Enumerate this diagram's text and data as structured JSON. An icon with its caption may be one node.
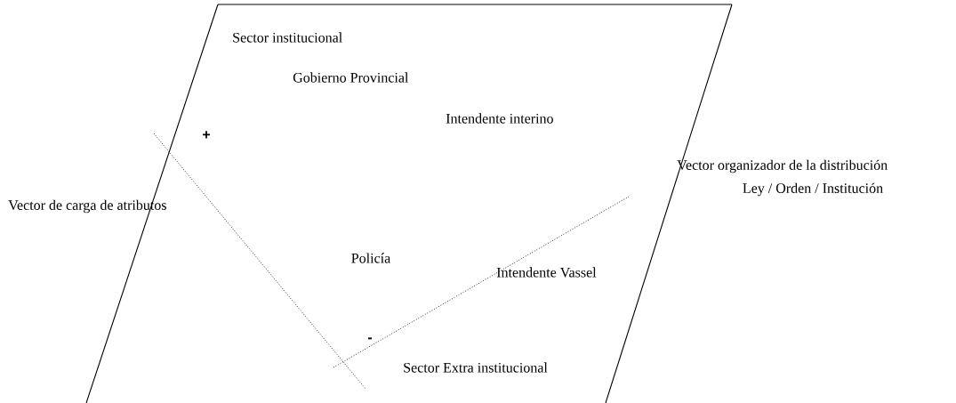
{
  "diagram": {
    "labels": [
      "Sector institucional",
      "Gobierno Provincial",
      "Intendente interino",
      "+",
      "Vector organizador de la distribución",
      "Ley / Orden / Institución",
      "Vector de carga de atributos",
      "Policía",
      "Intendente Vassel",
      "-",
      "Sector Extra institucional"
    ]
  }
}
